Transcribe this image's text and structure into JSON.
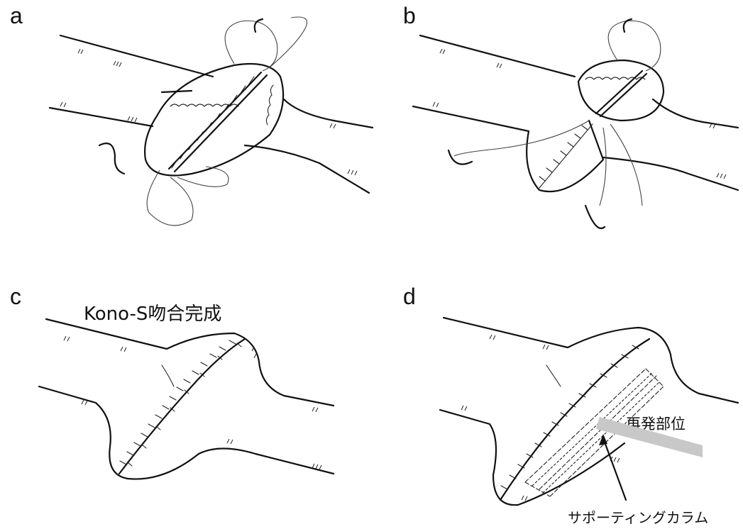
{
  "panels": {
    "a": {
      "letter": "a"
    },
    "b": {
      "letter": "b"
    },
    "c": {
      "letter": "c",
      "caption": "Kono-S吻合完成"
    },
    "d": {
      "letter": "d",
      "label_recurrence": "再発部位",
      "label_column": "サポーティングカラム"
    }
  },
  "colors": {
    "ink": "#111111",
    "recurrence_band": "#c8c8c8"
  }
}
